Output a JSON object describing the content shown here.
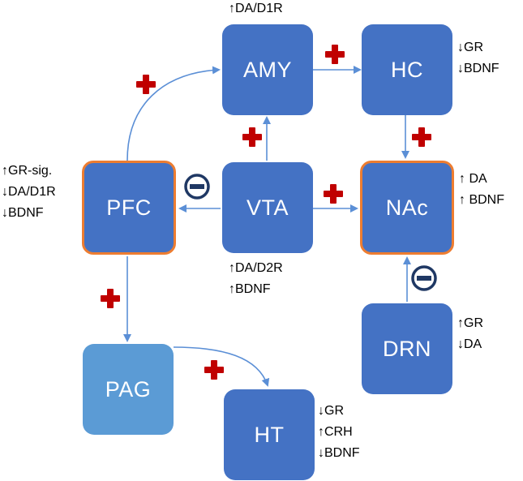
{
  "nodes": {
    "amy": {
      "label": "AMY"
    },
    "hc": {
      "label": "HC"
    },
    "pfc": {
      "label": "PFC"
    },
    "vta": {
      "label": "VTA"
    },
    "nac": {
      "label": "NAc"
    },
    "drn": {
      "label": "DRN"
    },
    "pag": {
      "label": "PAG"
    },
    "ht": {
      "label": "HT"
    }
  },
  "annotations": {
    "amy": [
      "↑DA/D1R"
    ],
    "hc": [
      "↓GR",
      "↓BDNF"
    ],
    "pfc": [
      "↑GR-sig.",
      "↓DA/D1R",
      "↓BDNF"
    ],
    "vta": [
      "↑DA/D2R",
      "↑BDNF"
    ],
    "nac": [
      "↑ DA",
      "↑ BDNF"
    ],
    "drn": [
      "↑GR",
      "↓DA"
    ],
    "ht": [
      "↓GR",
      "↑CRH",
      "↓BDNF"
    ]
  },
  "colors": {
    "node_fill": "#4472c4",
    "node_fill_light": "#5b9bd5",
    "highlight_border": "#ed7d31",
    "arrow": "#5b8fd6",
    "plus_sign": "#c00000",
    "minus_sign": "#1f3864"
  },
  "edges": [
    {
      "from": "PFC",
      "to": "AMY",
      "sign": "plus"
    },
    {
      "from": "AMY",
      "to": "HC",
      "sign": "plus"
    },
    {
      "from": "VTA",
      "to": "AMY",
      "sign": "plus"
    },
    {
      "from": "HC",
      "to": "NAc",
      "sign": "plus"
    },
    {
      "from": "VTA",
      "to": "PFC",
      "sign": "minus"
    },
    {
      "from": "VTA",
      "to": "NAc",
      "sign": "plus"
    },
    {
      "from": "DRN",
      "to": "NAc",
      "sign": "minus"
    },
    {
      "from": "PFC",
      "to": "PAG",
      "sign": "plus"
    },
    {
      "from": "PAG",
      "to": "HT",
      "sign": "plus"
    }
  ]
}
